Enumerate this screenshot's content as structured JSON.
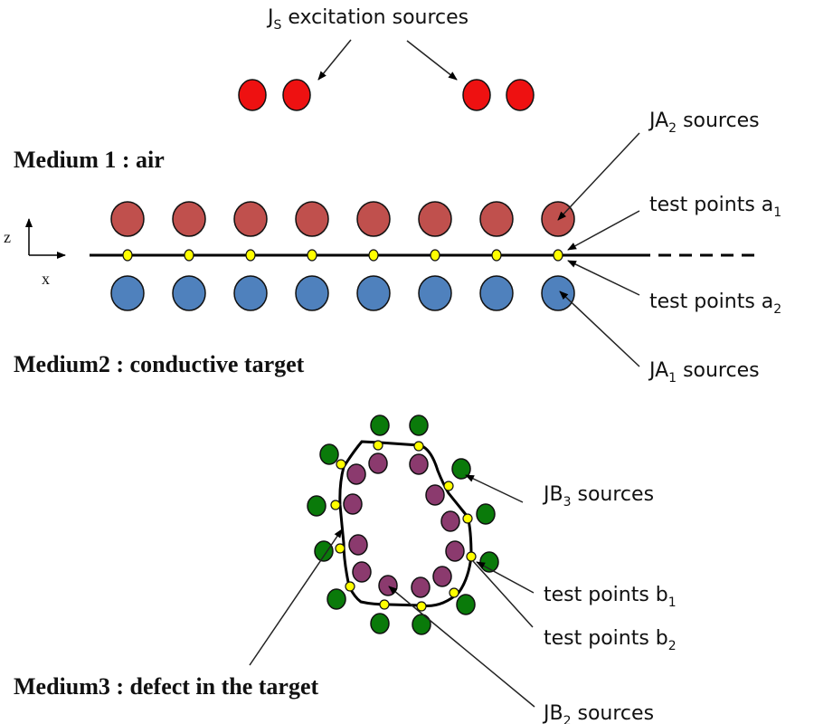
{
  "colors": {
    "excitation": "#ee1111",
    "ja2": "#c0504d",
    "ja1": "#4f81bd",
    "test_point": "#ffff00",
    "jb3": "#0a7a0a",
    "jb2": "#8b3a6e",
    "line": "#000000"
  },
  "labels": {
    "js_main": "J",
    "js_sub": "S",
    "js_rest": " excitation  sources",
    "medium1": "Medium 1 : air",
    "medium2": "Medium2 : conductive target",
    "medium3": "Medium3 : defect in the target",
    "ja2_main": "JA",
    "ja2_sub": "2",
    "ja2_rest": " sources",
    "tpa1_main": "test points a",
    "tpa1_sub": "1",
    "tpa2_main": "test points a",
    "tpa2_sub": "2",
    "ja1_main": "JA",
    "ja1_sub": "1",
    "ja1_rest": " sources",
    "jb3_main": "JB",
    "jb3_sub": "3",
    "jb3_rest": " sources",
    "tpb1_main": "test points b",
    "tpb1_sub": "1",
    "tpb2_main": "test points b",
    "tpb2_sub": "2",
    "jb2_main": "JB",
    "jb2_sub": "2",
    "jb2_rest": " sources",
    "axis_z": "z",
    "axis_x": "x"
  },
  "counts": {
    "excitation_sources": 4,
    "ja2_sources": 8,
    "ja1_sources": 8,
    "test_points_a": 8
  }
}
